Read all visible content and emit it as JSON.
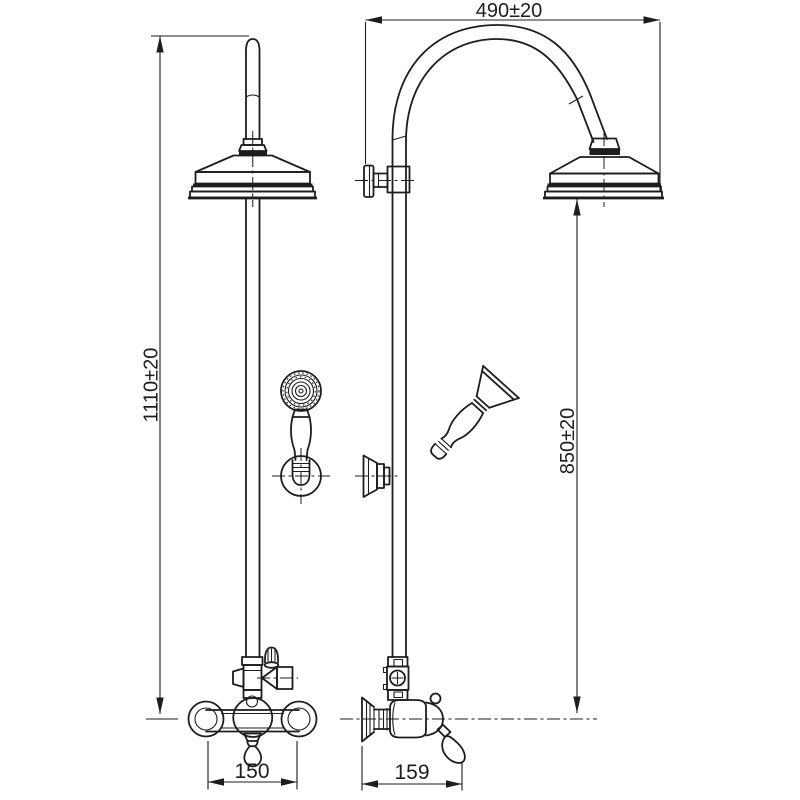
{
  "page": {
    "background": "#ffffff",
    "line_color": "#1d1d1d"
  },
  "drawing": {
    "labels": {
      "dim_top_width": "490±20",
      "dim_overall_height": "1110±20",
      "dim_head_height": "850±20",
      "dim_valve_width": "150",
      "dim_valve_depth": "159"
    }
  }
}
